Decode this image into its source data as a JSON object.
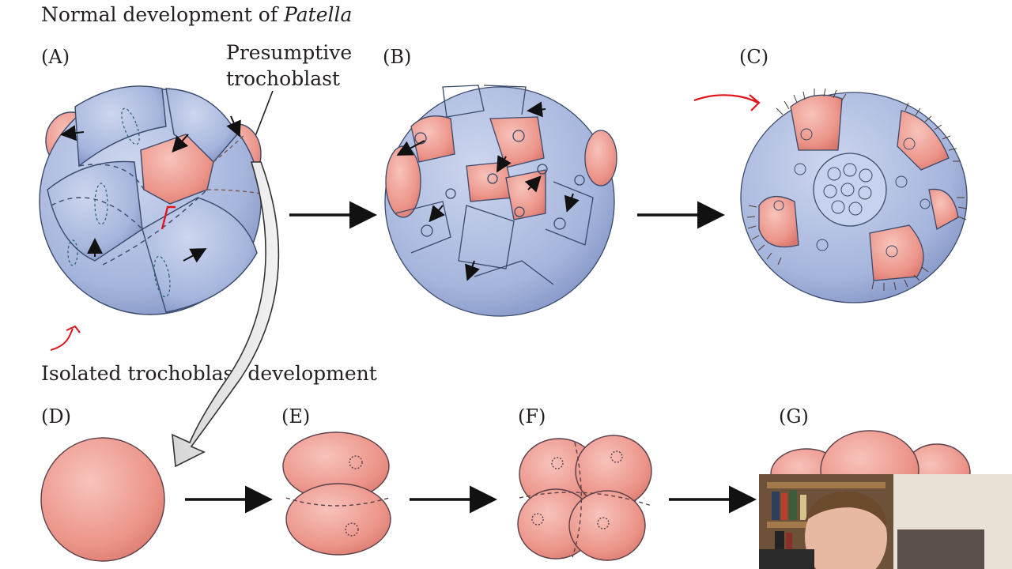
{
  "header": {
    "title_prefix": "Normal development of ",
    "title_italic": "Patella"
  },
  "section2": {
    "title": "Isolated trochoblast development"
  },
  "callout": {
    "line1": "Presumptive",
    "line2": "trochoblast"
  },
  "panels": {
    "A": "(A)",
    "B": "(B)",
    "C": "(C)",
    "D": "(D)",
    "E": "(E)",
    "F": "(F)",
    "G": "(G)"
  },
  "colors": {
    "blue_cell": "#a9b8dd",
    "blue_cell_dark": "#7f92c4",
    "pink_cell": "#e88a80",
    "pink_cell_light": "#f3b0a8",
    "outline": "#3a4a6b",
    "annotation_red": "#e0141a",
    "arrow": "#111111"
  },
  "icons": {
    "large_curved_arrow": "curved-arrow-icon",
    "process_arrow": "arrow-right-icon"
  }
}
